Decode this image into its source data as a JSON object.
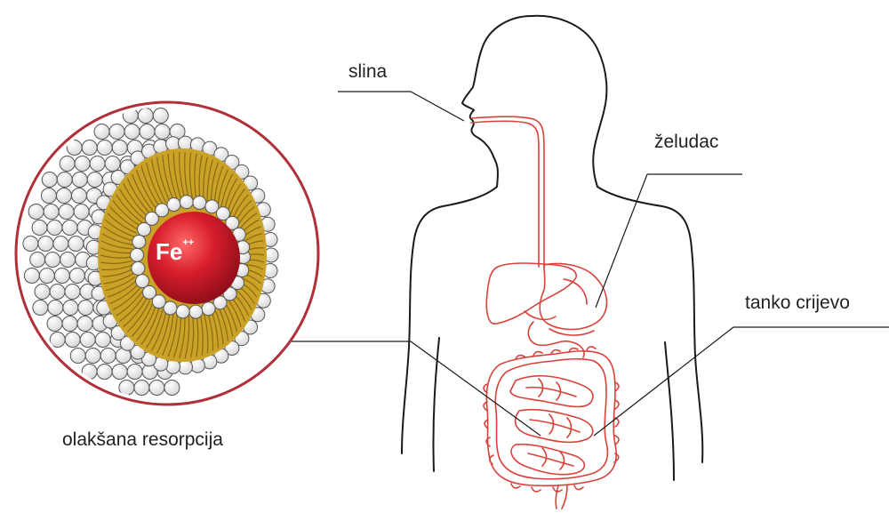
{
  "labels": {
    "slina": "slina",
    "zeludac": "želudac",
    "tanko_crijevo": "tanko crijevo",
    "olaksana_resorpcija": "olakšana resorpcija"
  },
  "micelle": {
    "ion_symbol": "Fe",
    "ion_charge": "++"
  },
  "colors": {
    "outline": "#1a1a1a",
    "digestive_tract": "#d9413a",
    "circle_border": "#b0303a",
    "iron_core": "#c8102e",
    "lipid_tails": "#c9a227",
    "head_fill": "#ffffff",
    "head_stroke": "#555555",
    "text": "#231f20"
  }
}
